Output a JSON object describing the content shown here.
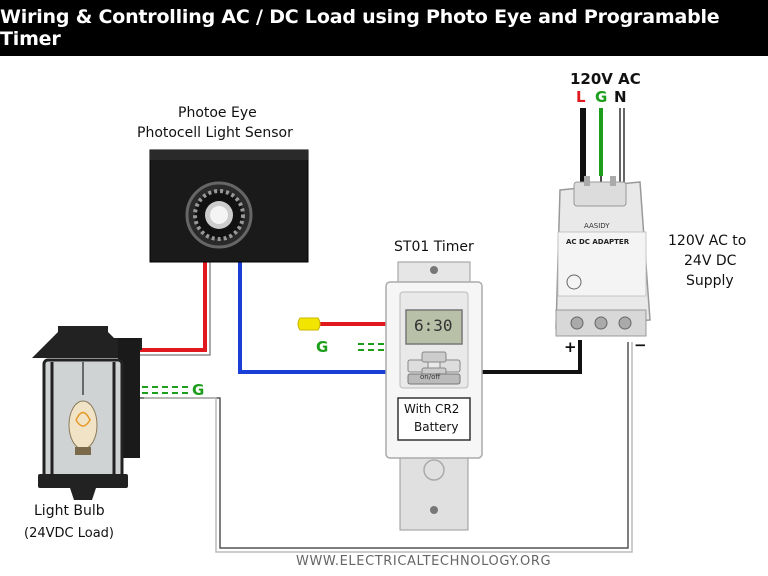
{
  "title": "Wiring & Controlling AC / DC Load using Photo Eye and Programable Timer",
  "supply": {
    "voltage_label": "120V AC",
    "line": "L",
    "ground": "G",
    "neutral": "N"
  },
  "photo_eye": {
    "title_line1": "Photoe Eye",
    "title_line2": "Photocell Light Sensor"
  },
  "timer": {
    "name": "ST01 Timer",
    "display_value": "6:30",
    "button_label": "on/off",
    "battery_line1": "With CR2",
    "battery_line2": "Battery"
  },
  "adapter": {
    "brand": "AASIDY",
    "type": "AC DC ADAPTER",
    "desc_line1": "120V AC to",
    "desc_line2": "24V DC",
    "desc_line3": "Supply",
    "plus": "+",
    "minus": "−"
  },
  "lamp": {
    "label": "Light Bulb",
    "sublabel": "(24VDC Load)"
  },
  "ground_tag": "G",
  "footer": "WWW.ELECTRICALTECHNOLOGY.ORG",
  "colors": {
    "line": "#e0191f",
    "ground": "#1c9e1c",
    "neutral": "#222222",
    "dc_negative": "#1a3fd6",
    "yellow_wire": "#f2e600"
  }
}
